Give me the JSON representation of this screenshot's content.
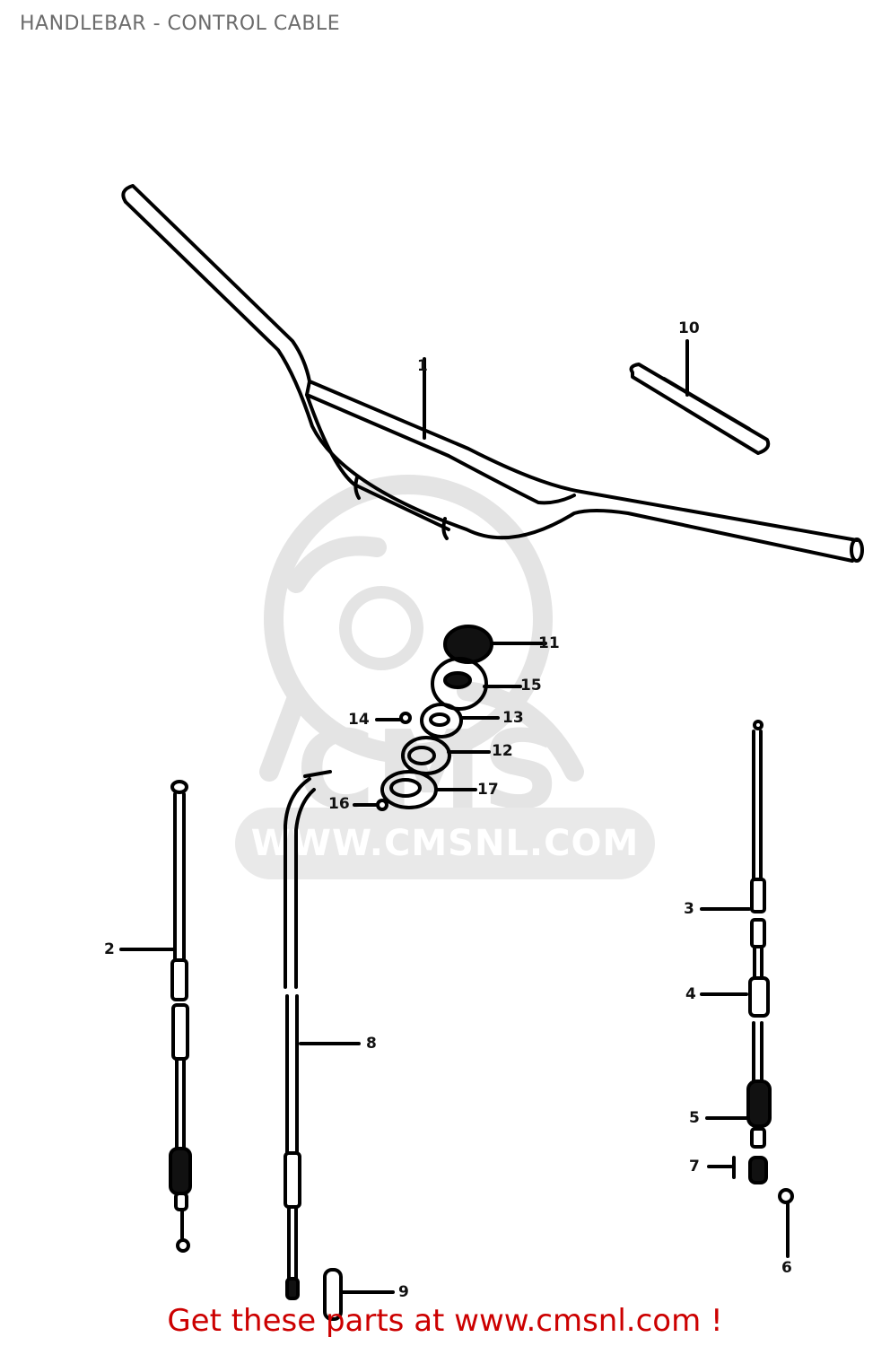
{
  "diagram": {
    "title": "HANDLEBAR - CONTROL CABLE",
    "type": "exploded parts diagram",
    "watermark": {
      "text": "WWW.CMSNL.COM",
      "logo_text": "CMS",
      "color": "#e6e6e6"
    },
    "footer": {
      "text": "Get these parts at www.cmsnl.com !",
      "color": "#cc0000"
    },
    "callouts": [
      {
        "id": "1",
        "label": "1",
        "part": "handlebar"
      },
      {
        "id": "2",
        "label": "2",
        "part": "left control cable"
      },
      {
        "id": "3",
        "label": "3",
        "part": "right cable upper section"
      },
      {
        "id": "4",
        "label": "4",
        "part": "right cable adjuster sleeve"
      },
      {
        "id": "5",
        "label": "5",
        "part": "right cable adjuster nut"
      },
      {
        "id": "6",
        "label": "6",
        "part": "cable end fitting"
      },
      {
        "id": "7",
        "label": "7",
        "part": "pin"
      },
      {
        "id": "8",
        "label": "8",
        "part": "center control cable"
      },
      {
        "id": "9",
        "label": "9",
        "part": "cable cap / boot"
      },
      {
        "id": "10",
        "label": "10",
        "part": "grip bar"
      },
      {
        "id": "11",
        "label": "11",
        "part": "cap nut"
      },
      {
        "id": "12",
        "label": "12",
        "part": "washer"
      },
      {
        "id": "13",
        "label": "13",
        "part": "washer"
      },
      {
        "id": "14",
        "label": "14",
        "part": "small ball"
      },
      {
        "id": "15",
        "label": "15",
        "part": "grommet"
      },
      {
        "id": "16",
        "label": "16",
        "part": "small ball"
      },
      {
        "id": "17",
        "label": "17",
        "part": "seal"
      }
    ]
  }
}
